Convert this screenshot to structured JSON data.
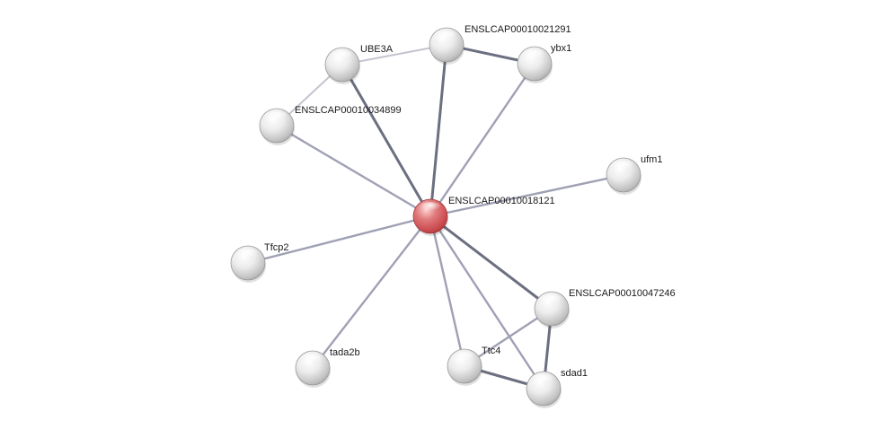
{
  "network": {
    "center": "ENSLCAP00010018121",
    "nodes": [
      {
        "id": "ENSLCAP00010018121",
        "label": "ENSLCAP00010018121",
        "query": true
      },
      {
        "id": "ENSLCAP00010021291",
        "label": "ENSLCAP00010021291",
        "query": false
      },
      {
        "id": "UBE3A",
        "label": "UBE3A",
        "query": false
      },
      {
        "id": "ybx1",
        "label": "ybx1",
        "query": false
      },
      {
        "id": "ENSLCAP00010034899",
        "label": "ENSLCAP00010034899",
        "query": false
      },
      {
        "id": "ufm1",
        "label": "ufm1",
        "query": false
      },
      {
        "id": "Tfcp2",
        "label": "Tfcp2",
        "query": false
      },
      {
        "id": "ENSLCAP00010047246",
        "label": "ENSLCAP00010047246",
        "query": false
      },
      {
        "id": "tada2b",
        "label": "tada2b",
        "query": false
      },
      {
        "id": "Ttc4",
        "label": "Ttc4",
        "query": false
      },
      {
        "id": "sdad1",
        "label": "sdad1",
        "query": false
      }
    ],
    "edges": [
      {
        "source": "ENSLCAP00010018121",
        "target": "UBE3A",
        "strength": "strong"
      },
      {
        "source": "ENSLCAP00010018121",
        "target": "ENSLCAP00010021291",
        "strength": "strong"
      },
      {
        "source": "ENSLCAP00010018121",
        "target": "ybx1",
        "strength": "weak"
      },
      {
        "source": "ENSLCAP00010018121",
        "target": "ENSLCAP00010034899",
        "strength": "weak"
      },
      {
        "source": "ENSLCAP00010018121",
        "target": "ufm1",
        "strength": "weak"
      },
      {
        "source": "ENSLCAP00010018121",
        "target": "Tfcp2",
        "strength": "weak"
      },
      {
        "source": "ENSLCAP00010018121",
        "target": "tada2b",
        "strength": "weak"
      },
      {
        "source": "ENSLCAP00010018121",
        "target": "Ttc4",
        "strength": "weak"
      },
      {
        "source": "ENSLCAP00010018121",
        "target": "sdad1",
        "strength": "weak"
      },
      {
        "source": "ENSLCAP00010018121",
        "target": "ENSLCAP00010047246",
        "strength": "strong"
      },
      {
        "source": "UBE3A",
        "target": "ENSLCAP00010021291",
        "strength": "faint"
      },
      {
        "source": "UBE3A",
        "target": "ENSLCAP00010034899",
        "strength": "faint"
      },
      {
        "source": "ENSLCAP00010021291",
        "target": "ybx1",
        "strength": "strong"
      },
      {
        "source": "ENSLCAP00010047246",
        "target": "sdad1",
        "strength": "strong"
      },
      {
        "source": "ENSLCAP00010047246",
        "target": "Ttc4",
        "strength": "weak"
      },
      {
        "source": "Ttc4",
        "target": "sdad1",
        "strength": "strong"
      }
    ],
    "colors": {
      "query_node": "#d9565a",
      "other_node": "#e6e6e6",
      "edge_strong": "#6b6f80",
      "edge_weak": "#9fa0b4",
      "edge_faint": "#c4c4d0"
    }
  }
}
